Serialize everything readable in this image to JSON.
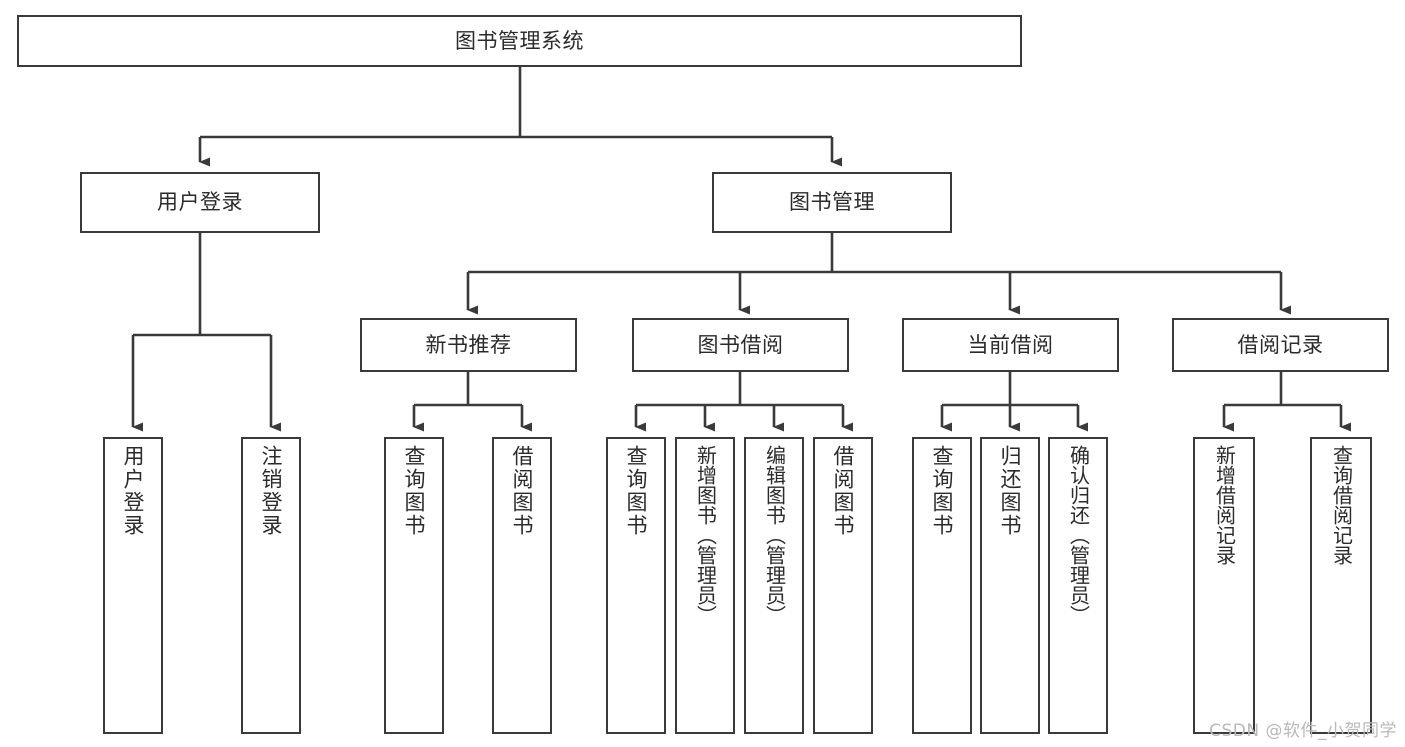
{
  "diagram": {
    "type": "tree-hierarchy-chart",
    "title": "图书管理系统",
    "watermark": "CSDN @软件_小贺同学",
    "colors": {
      "background": "#ffffff",
      "stroke": "#3a3a3a",
      "text": "#2b2b2b",
      "watermark": "#b9b9b9"
    },
    "nodes": {
      "root": {
        "label": "图书管理系统",
        "level": 0
      },
      "level1": [
        {
          "id": "user-login",
          "label": "用户登录"
        },
        {
          "id": "book-manage",
          "label": "图书管理"
        }
      ],
      "level2": [
        {
          "id": "new-book-rec",
          "label": "新书推荐",
          "parent": "book-manage"
        },
        {
          "id": "book-borrow",
          "label": "图书借阅",
          "parent": "book-manage"
        },
        {
          "id": "current-borrow",
          "label": "当前借阅",
          "parent": "book-manage"
        },
        {
          "id": "borrow-record",
          "label": "借阅记录",
          "parent": "book-manage"
        }
      ],
      "leaves": [
        {
          "id": "leaf-user-login",
          "label": "用户登录",
          "parent": "user-login"
        },
        {
          "id": "leaf-logout",
          "label": "注销登录",
          "parent": "user-login"
        },
        {
          "id": "leaf-query-book-1",
          "label": "查询图书",
          "parent": "new-book-rec"
        },
        {
          "id": "leaf-borrow-book-1",
          "label": "借阅图书",
          "parent": "new-book-rec"
        },
        {
          "id": "leaf-query-book-2",
          "label": "查询图书",
          "parent": "book-borrow"
        },
        {
          "id": "leaf-add-book",
          "label": "新增图书（管理员）",
          "parent": "book-borrow"
        },
        {
          "id": "leaf-edit-book",
          "label": "编辑图书（管理员）",
          "parent": "book-borrow"
        },
        {
          "id": "leaf-borrow-book-2",
          "label": "借阅图书",
          "parent": "book-borrow"
        },
        {
          "id": "leaf-query-book-3",
          "label": "查询图书",
          "parent": "current-borrow"
        },
        {
          "id": "leaf-return-book",
          "label": "归还图书",
          "parent": "current-borrow"
        },
        {
          "id": "leaf-confirm-return",
          "label": "确认归还（管理员）",
          "parent": "current-borrow"
        },
        {
          "id": "leaf-add-record",
          "label": "新增借阅记录",
          "parent": "borrow-record"
        },
        {
          "id": "leaf-query-record",
          "label": "查询借阅记录",
          "parent": "borrow-record"
        }
      ]
    }
  }
}
